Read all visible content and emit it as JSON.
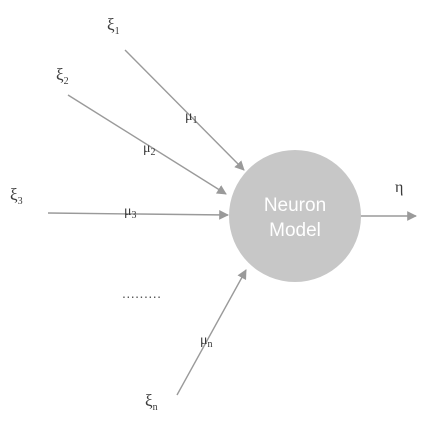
{
  "colors": {
    "node_fill": "#c7c7c7",
    "edge": "#9a9a9a",
    "text": "#3a3a3a",
    "node_text": "#ffffff"
  },
  "node": {
    "line1": "Neuron",
    "line2": "Model"
  },
  "inputs": [
    {
      "sym": "ξ",
      "sub": "1",
      "weight_sym": "μ",
      "weight_sub": "1"
    },
    {
      "sym": "ξ",
      "sub": "2",
      "weight_sym": "μ",
      "weight_sub": "2"
    },
    {
      "sym": "ξ",
      "sub": "3",
      "weight_sym": "μ",
      "weight_sub": "3"
    },
    {
      "sym": "ξ",
      "sub": "n",
      "weight_sym": "μ",
      "weight_sub": "n"
    }
  ],
  "ellipsis": ".........",
  "output": {
    "sym": "η"
  }
}
